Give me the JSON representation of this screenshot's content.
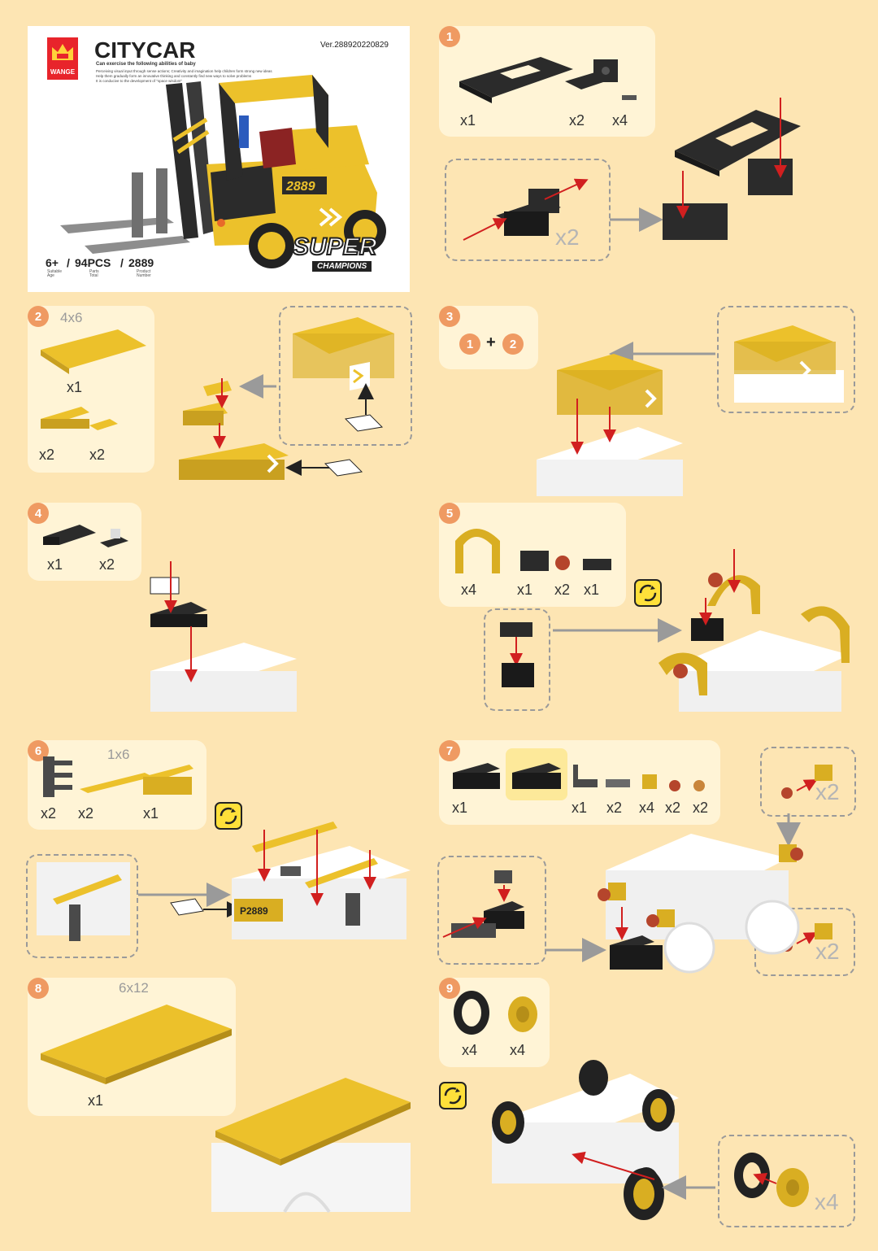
{
  "cover": {
    "brand": "WANGE",
    "title": "CITYCAR",
    "version": "Ver.288920220829",
    "tagline": "Can exercise the following abilities of baby",
    "features": [
      "Perceiving visual input through sense actions; Creativity and imagination help children form strong new ideas",
      "Help them gradually form an innovative thinking and constantly find new ways to solve problems",
      "It is conducive to the development of \"space wisdom\""
    ],
    "age": "6+",
    "parts": "94PCS",
    "product": "2889",
    "age_label": [
      "Suitable",
      "Age"
    ],
    "parts_label": [
      "Parts",
      "Total"
    ],
    "product_label": [
      "Product",
      "Number"
    ],
    "logo_top": "SUPER",
    "logo_bottom": "CHAMPIONS",
    "sticker": "2889"
  },
  "steps": {
    "s1": {
      "num": "1",
      "qty": [
        "x1",
        "x2",
        "x4"
      ],
      "repeat": "x2"
    },
    "s2": {
      "num": "2",
      "dim": "4x6",
      "qty": [
        "x1",
        "x2",
        "x2"
      ]
    },
    "s3": {
      "num": "3",
      "a": "1",
      "b": "2",
      "plus": "+"
    },
    "s4": {
      "num": "4",
      "qty": [
        "x1",
        "x2"
      ]
    },
    "s5": {
      "num": "5",
      "qty": [
        "x4",
        "x1",
        "x2",
        "x1"
      ]
    },
    "s6": {
      "num": "6",
      "dim": "1x6",
      "qty": [
        "x2",
        "x2",
        "x1"
      ],
      "plate": "P2889"
    },
    "s7": {
      "num": "7",
      "qty": [
        "x1",
        "x1",
        "x2",
        "x4",
        "x2",
        "x2"
      ],
      "repeat_a": "x2",
      "repeat_b": "x2"
    },
    "s8": {
      "num": "8",
      "dim": "6x12",
      "qty": [
        "x1"
      ]
    },
    "s9": {
      "num": "9",
      "qty": [
        "x4",
        "x4"
      ],
      "repeat": "x4"
    }
  },
  "colors": {
    "yellow": "#ecc12b",
    "black": "#2b2b2b",
    "background": "#fde5b3",
    "panel": "#fff4d6",
    "badge": "#ef9a62",
    "arrow": "#d11f1f"
  }
}
